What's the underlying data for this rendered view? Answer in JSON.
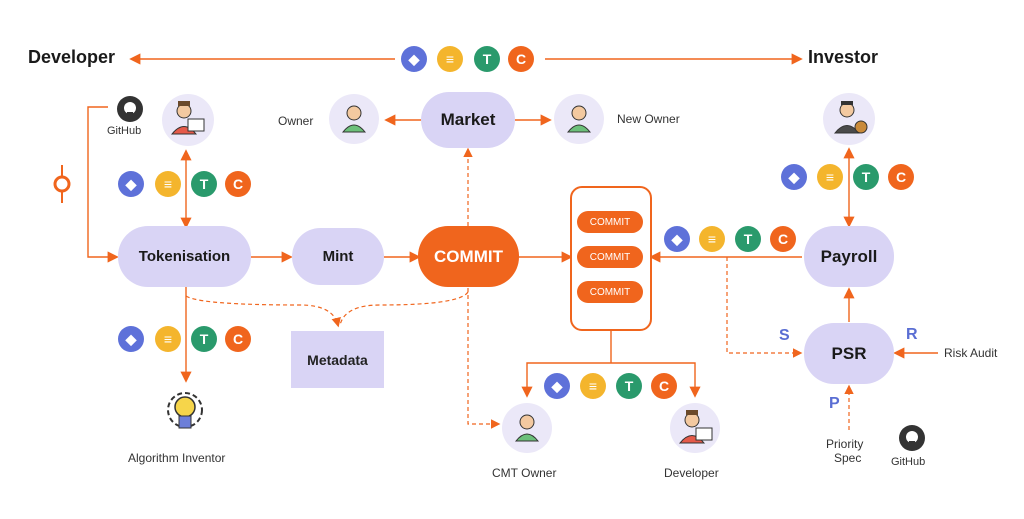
{
  "labels": {
    "developer_top": "Developer",
    "investor": "Investor",
    "owner": "Owner",
    "new_owner": "New Owner",
    "github_left": "GitHub",
    "github_right": "GitHub",
    "algorithm_inventor": "Algorithm Inventor",
    "cmt_owner": "CMT Owner",
    "developer_bottom": "Developer",
    "risk_audit": "Risk Audit",
    "priority_spec_line1": "Priority",
    "priority_spec_line2": "Spec",
    "s": "S",
    "r": "R",
    "p": "P"
  },
  "nodes": {
    "market": "Market",
    "tokenisation": "Tokenisation",
    "mint": "Mint",
    "commit": "COMMIT",
    "commit_1": "COMMIT",
    "commit_2": "COMMIT",
    "commit_3": "COMMIT",
    "metadata": "Metadata",
    "payroll": "Payroll",
    "psr": "PSR"
  },
  "coins": {
    "eth": "◆",
    "dai": "≡",
    "usdt": "T",
    "c": "C"
  },
  "colors": {
    "orange": "#f0651d",
    "lavender": "#d9d4f5",
    "eth": "#5e71d9",
    "dai": "#f4b52d",
    "usdt": "#2a9a6c",
    "letter_blue": "#5a6ed3"
  }
}
